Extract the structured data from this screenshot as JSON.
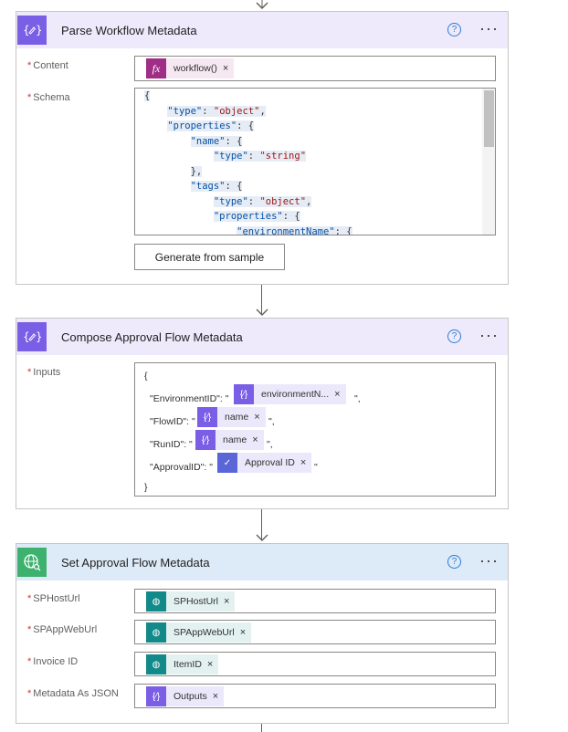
{
  "parse": {
    "title": "Parse Workflow Metadata",
    "content_label": "Content",
    "content_token": "workflow()",
    "schema_label": "Schema",
    "schema_lines": [
      {
        "indent": "",
        "parts": [
          [
            "p",
            "{"
          ]
        ]
      },
      {
        "indent": "    ",
        "parts": [
          [
            "k",
            "\"type\""
          ],
          [
            "p",
            ": "
          ],
          [
            "s",
            "\"object\""
          ],
          [
            "p",
            ","
          ]
        ]
      },
      {
        "indent": "    ",
        "parts": [
          [
            "k",
            "\"properties\""
          ],
          [
            "p",
            ": {"
          ]
        ]
      },
      {
        "indent": "        ",
        "parts": [
          [
            "k",
            "\"name\""
          ],
          [
            "p",
            ": {"
          ]
        ]
      },
      {
        "indent": "            ",
        "parts": [
          [
            "k",
            "\"type\""
          ],
          [
            "p",
            ": "
          ],
          [
            "s",
            "\"string\""
          ]
        ]
      },
      {
        "indent": "        ",
        "parts": [
          [
            "p",
            "},"
          ]
        ]
      },
      {
        "indent": "        ",
        "parts": [
          [
            "k",
            "\"tags\""
          ],
          [
            "p",
            ": {"
          ]
        ]
      },
      {
        "indent": "            ",
        "parts": [
          [
            "k",
            "\"type\""
          ],
          [
            "p",
            ": "
          ],
          [
            "s",
            "\"object\""
          ],
          [
            "p",
            ","
          ]
        ]
      },
      {
        "indent": "            ",
        "parts": [
          [
            "k",
            "\"properties\""
          ],
          [
            "p",
            ": {"
          ]
        ]
      },
      {
        "indent": "                ",
        "parts": [
          [
            "k",
            "\"environmentName\""
          ],
          [
            "p",
            ": {"
          ]
        ]
      }
    ],
    "generate_label": "Generate from sample"
  },
  "compose": {
    "title": "Compose Approval Flow Metadata",
    "inputs_label": "Inputs",
    "open_brace": "{",
    "close_brace": "}",
    "env_key": "\"EnvironmentID\": \"",
    "env_token": "environmentN...",
    "env_end": "\",",
    "flow_key": "\"FlowID\": \"",
    "flow_token": "name",
    "flow_end": "\",",
    "run_key": "\"RunID\": \"",
    "run_token": "name",
    "run_end": "\",",
    "approval_key": "\"ApprovalID\": \"",
    "approval_token": "Approval ID",
    "approval_end": "\""
  },
  "set": {
    "title": "Set Approval Flow Metadata",
    "sphost_label": "SPHostUrl",
    "sphost_token": "SPHostUrl",
    "spapp_label": "SPAppWebUrl",
    "spapp_token": "SPAppWebUrl",
    "invoice_label": "Invoice ID",
    "invoice_token": "ItemID",
    "meta_label": "Metadata As JSON",
    "meta_token": "Outputs"
  },
  "common": {
    "required_mark": "*",
    "help_glyph": "?",
    "more_glyph": "···",
    "close_glyph": "×"
  }
}
